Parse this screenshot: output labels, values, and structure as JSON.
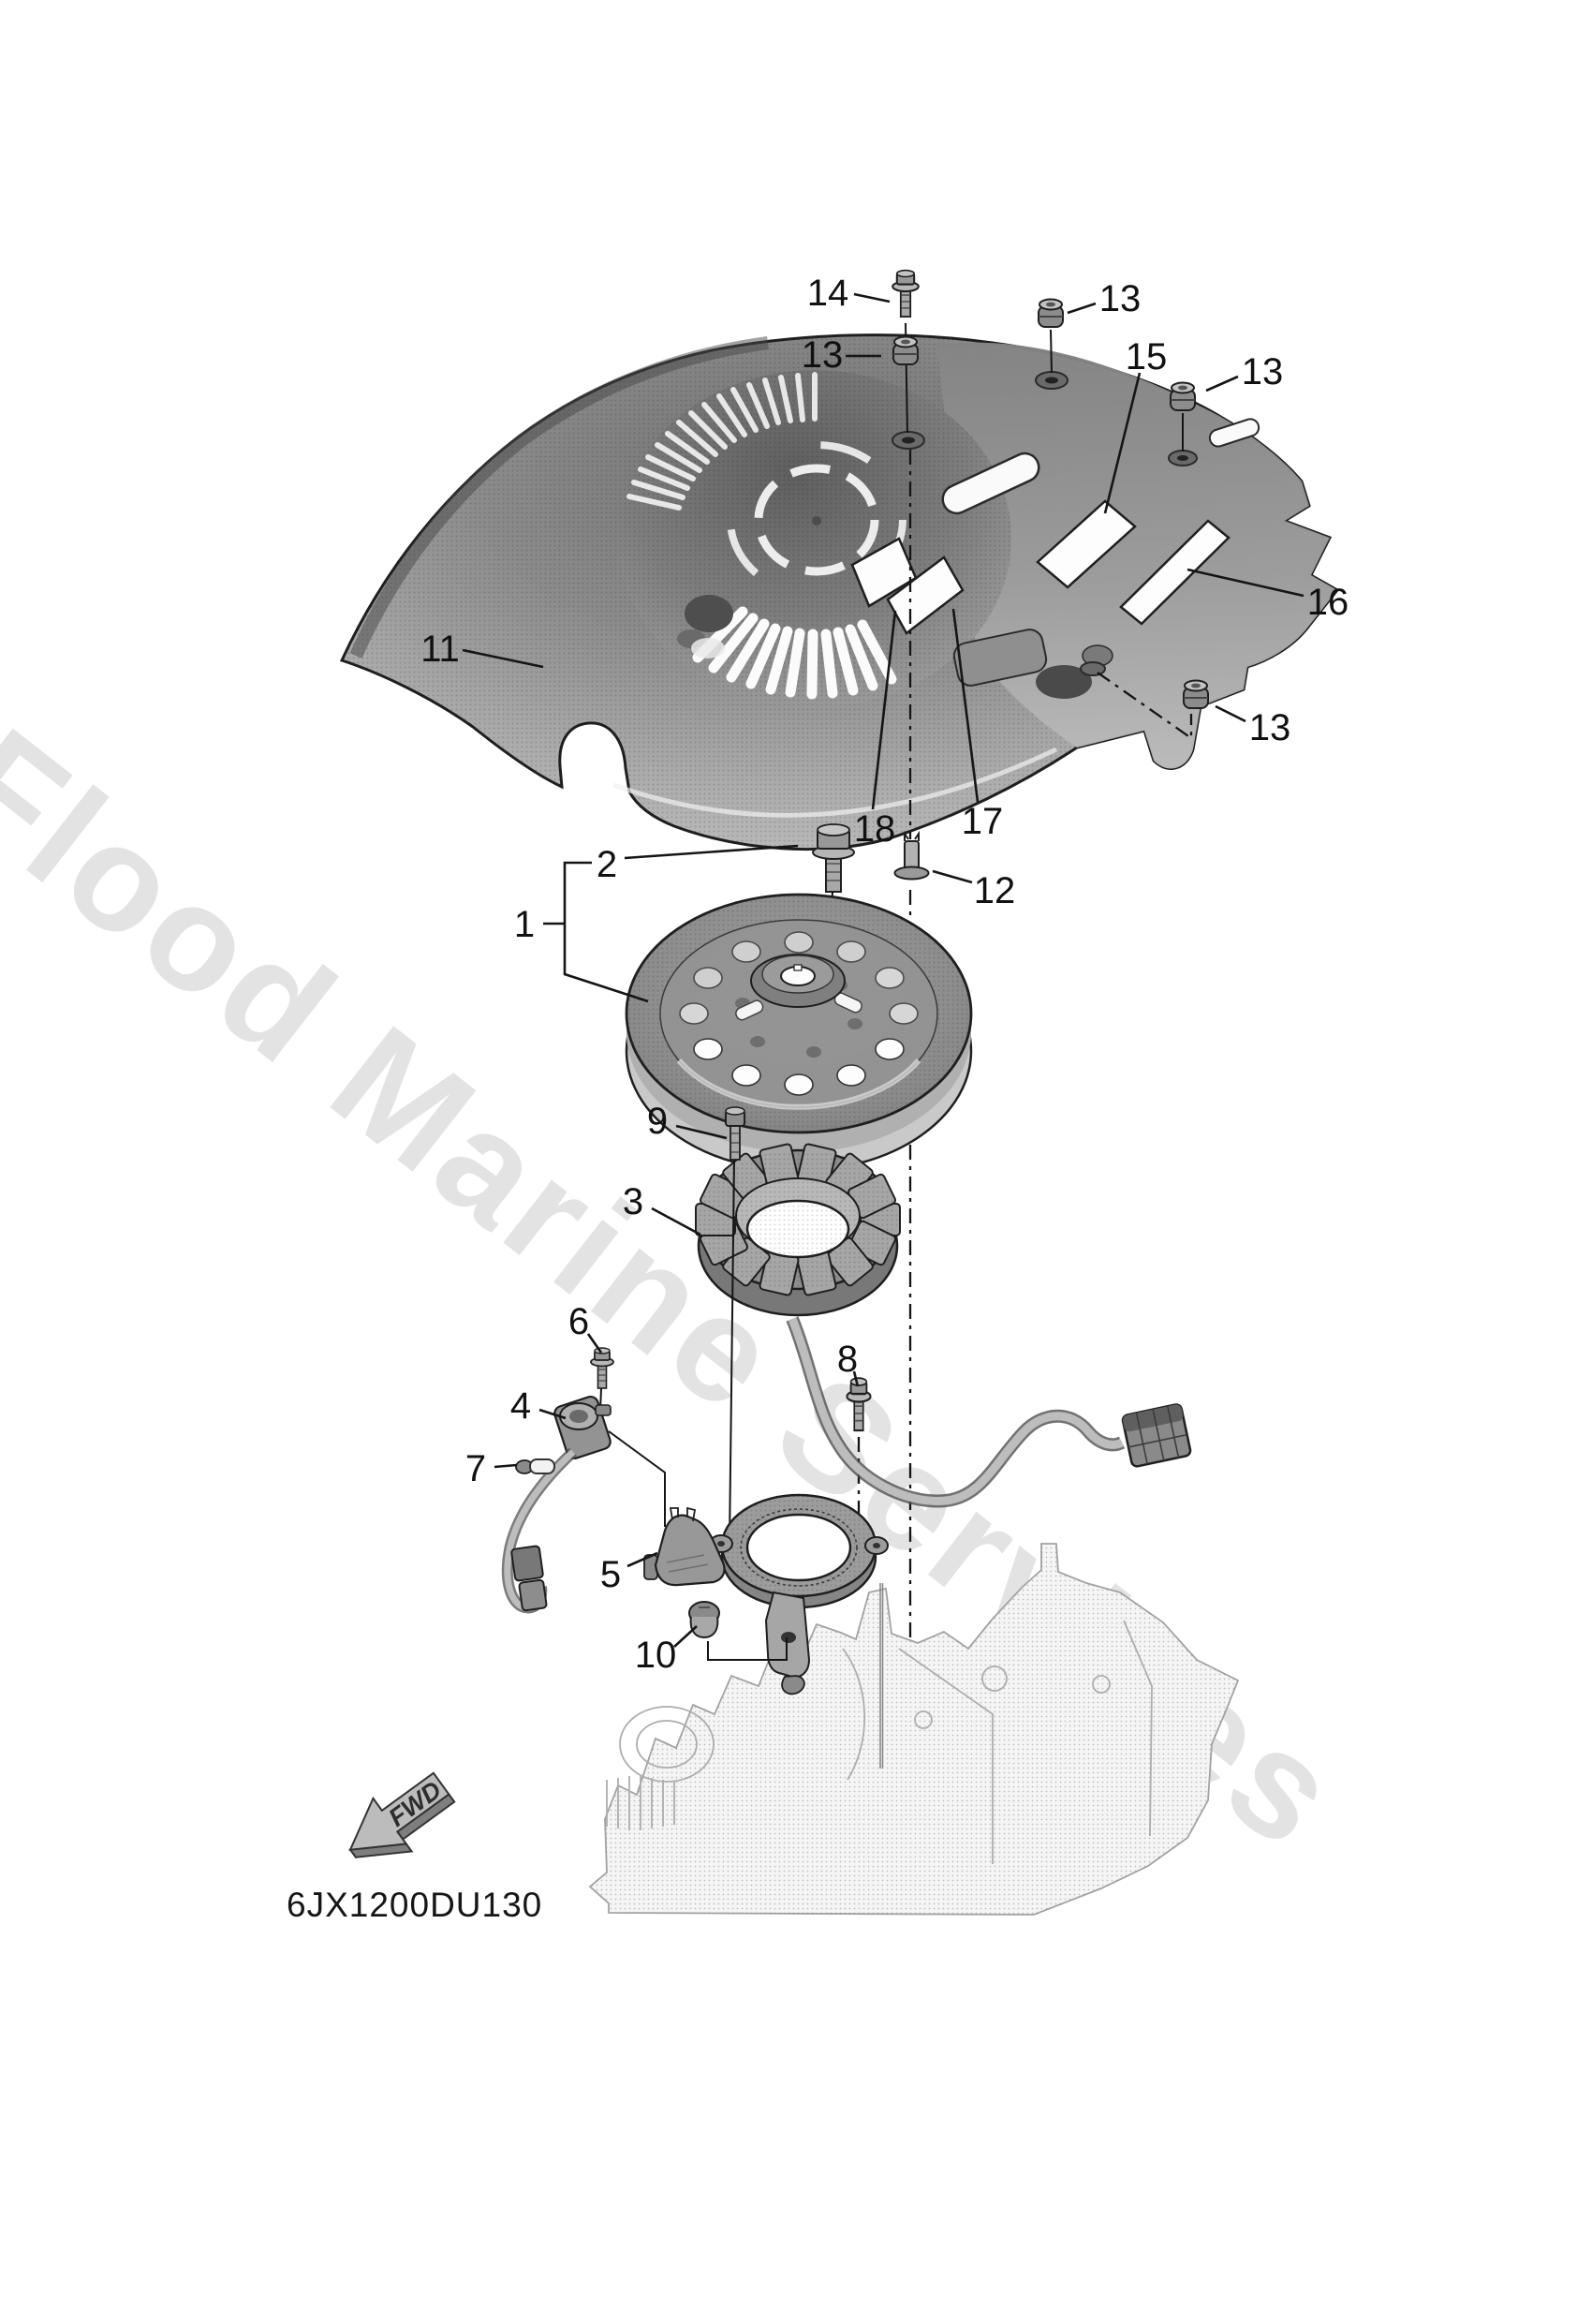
{
  "watermark": {
    "text": "Flood Marine Services"
  },
  "footer": {
    "part_code": "6JX1200DU130",
    "fwd_label": "FWD"
  },
  "colors": {
    "line": "#1a1a1a",
    "watermark": "#e3e3e3",
    "paper": "#ffffff",
    "part_gray": "#9a9a9a"
  },
  "callouts": [
    {
      "part": "14",
      "label": "14"
    },
    {
      "part": "13",
      "label": "13"
    },
    {
      "part": "13",
      "label": "13"
    },
    {
      "part": "15",
      "label": "15"
    },
    {
      "part": "13",
      "label": "13"
    },
    {
      "part": "16",
      "label": "16"
    },
    {
      "part": "13",
      "label": "13"
    },
    {
      "part": "11",
      "label": "11"
    },
    {
      "part": "18",
      "label": "18"
    },
    {
      "part": "17",
      "label": "17"
    },
    {
      "part": "2",
      "label": "2"
    },
    {
      "part": "12",
      "label": "12"
    },
    {
      "part": "1",
      "label": "1"
    },
    {
      "part": "9",
      "label": "9"
    },
    {
      "part": "3",
      "label": "3"
    },
    {
      "part": "6",
      "label": "6"
    },
    {
      "part": "8",
      "label": "8"
    },
    {
      "part": "4",
      "label": "4"
    },
    {
      "part": "7",
      "label": "7"
    },
    {
      "part": "5",
      "label": "5"
    },
    {
      "part": "10",
      "label": "10"
    }
  ]
}
